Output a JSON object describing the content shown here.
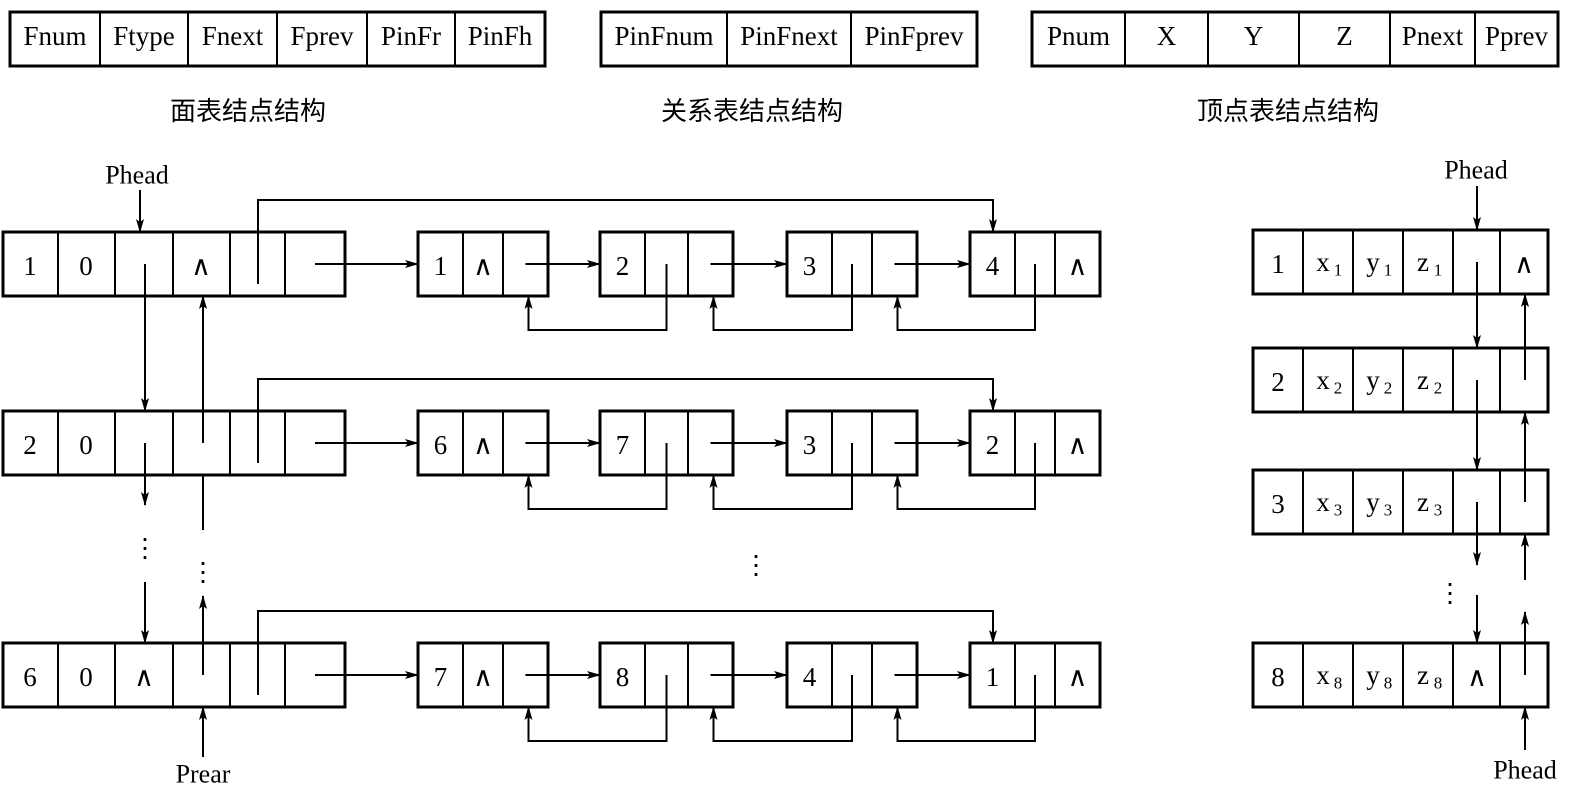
{
  "structures": {
    "face": {
      "fields": [
        "Fnum",
        "Ftype",
        "Fnext",
        "Fprev",
        "PinFr",
        "PinFh"
      ],
      "caption": "面表结点结构"
    },
    "relation": {
      "fields": [
        "PinFnum",
        "PinFnext",
        "PinFprev"
      ],
      "caption": "关系表结点结构"
    },
    "vertex": {
      "fields": [
        "Pnum",
        "X",
        "Y",
        "Z",
        "Pnext",
        "Pprev"
      ],
      "caption": "顶点表结点结构"
    }
  },
  "face_list": {
    "head_label": "Phead",
    "rear_label": "Prear",
    "null_symbol": "∧",
    "ellipsis": "⋮",
    "rows": [
      {
        "fnum": "1",
        "ftype": "0",
        "fnext_null": false,
        "fprev_null": true,
        "relations": [
          "1",
          "2",
          "3",
          "4"
        ]
      },
      {
        "fnum": "2",
        "ftype": "0",
        "fnext_null": false,
        "fprev_null": false,
        "relations": [
          "6",
          "7",
          "3",
          "2"
        ]
      },
      {
        "fnum": "6",
        "ftype": "0",
        "fnext_null": true,
        "fprev_null": false,
        "relations": [
          "7",
          "8",
          "4",
          "1"
        ]
      }
    ]
  },
  "vertex_list": {
    "head_top_label": "Phead",
    "head_bottom_label": "Phead",
    "rows": [
      {
        "num": "1",
        "x": "x",
        "y": "y",
        "z": "z",
        "sub": "1",
        "next_null": false,
        "prev_null": true
      },
      {
        "num": "2",
        "x": "x",
        "y": "y",
        "z": "z",
        "sub": "2",
        "next_null": false,
        "prev_null": false
      },
      {
        "num": "3",
        "x": "x",
        "y": "y",
        "z": "z",
        "sub": "3",
        "next_null": false,
        "prev_null": false
      },
      {
        "num": "8",
        "x": "x",
        "y": "y",
        "z": "z",
        "sub": "8",
        "next_null": true,
        "prev_null": false
      }
    ]
  }
}
